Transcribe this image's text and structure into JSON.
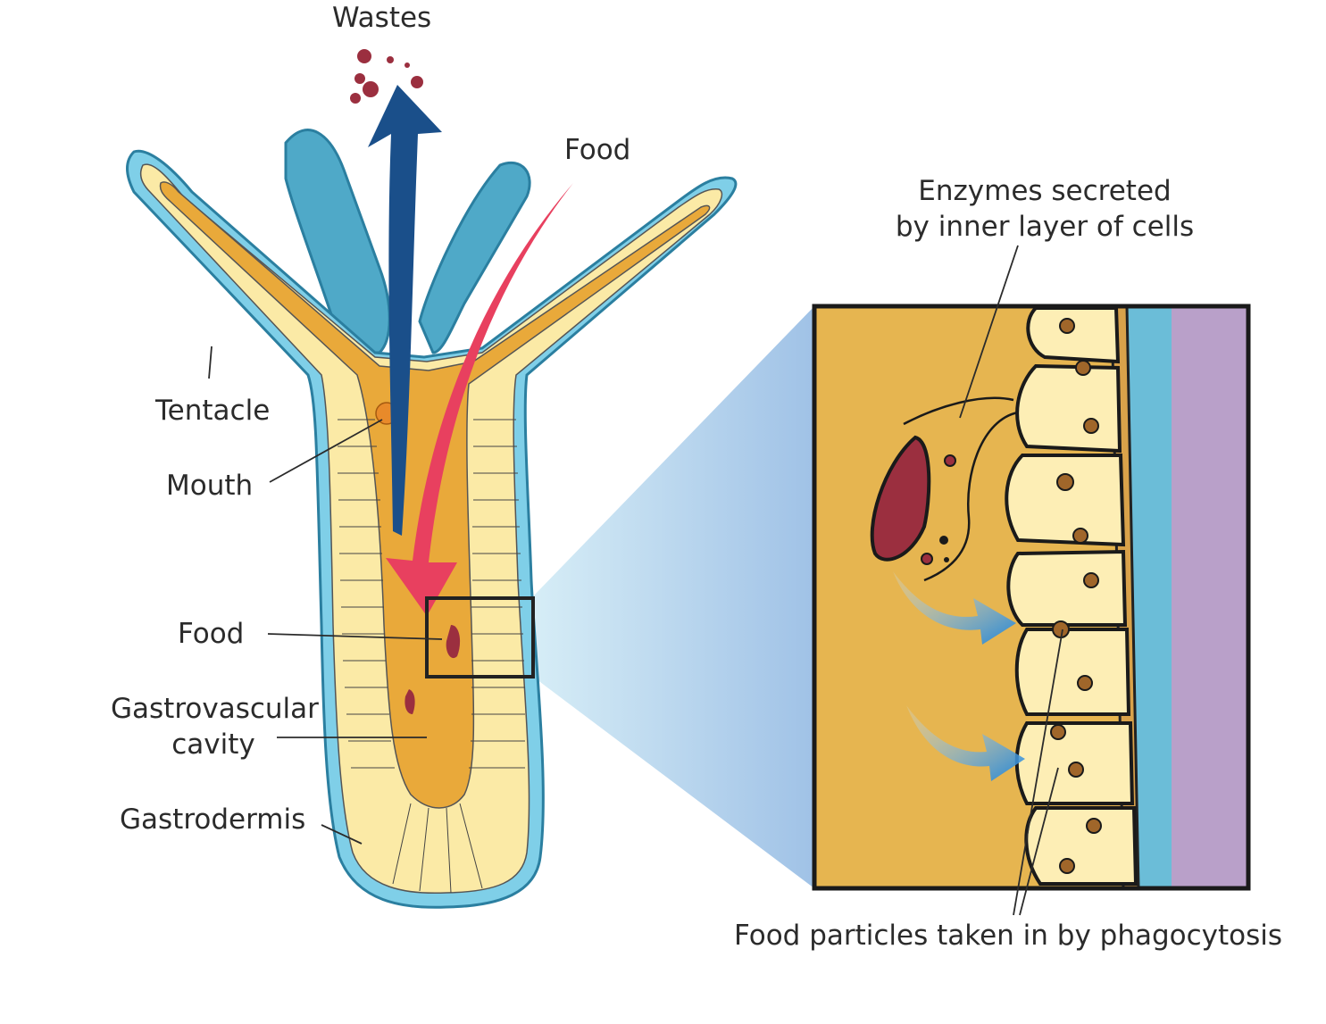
{
  "title": "Hydra digestion in gastrovascular cavity",
  "labels": {
    "wastes": "Wastes",
    "food_top": "Food",
    "tentacle": "Tentacle",
    "mouth": "Mouth",
    "food_inside": "Food",
    "gastrovascular_line1": "Gastrovascular",
    "gastrovascular_line2": "cavity",
    "gastrodermis": "Gastrodermis",
    "enzymes_line1": "Enzymes secreted",
    "enzymes_line2": "by inner layer of cells",
    "phagocytosis": "Food particles taken in by phagocytosis"
  },
  "colors": {
    "wastes_arrow": "#1a4f8a",
    "food_arrow": "#e8405f",
    "epidermis_blue": "#7fcfe8",
    "gastrodermis_yellow": "#fbeaa6",
    "cavity_orange": "#e9a93a",
    "food_particle": "#9b2f3f",
    "outer_tissue_purple": "#b9a0c9",
    "inset_fluid": "#e6b550",
    "phagocytosis_arrow": "#2f8fd8"
  }
}
